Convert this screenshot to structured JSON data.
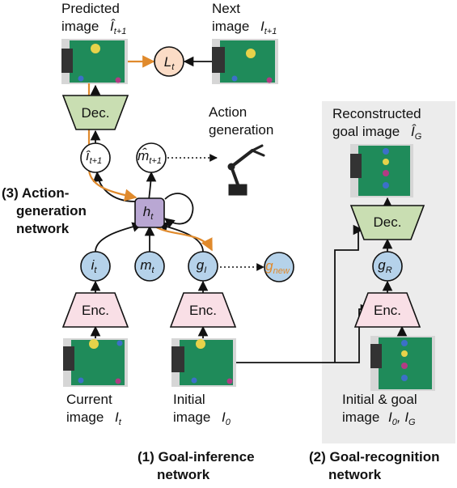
{
  "colors": {
    "node_blue": "#b5d2ea",
    "node_purple": "#b9a7d3",
    "node_peach": "#fbdcc6",
    "enc_pink": "#f9dfe6",
    "dec_green": "#c9deb2",
    "orange": "#e08a2c",
    "panel_gray": "#ececec",
    "board_green": "#1f8b5a"
  },
  "labels": {
    "predicted": [
      "Predicted",
      "image"
    ],
    "next": [
      "Next",
      "image"
    ],
    "action_gen": [
      "Action",
      "generation"
    ],
    "reconstructed": [
      "Reconstructed",
      "goal image"
    ],
    "current": [
      "Current",
      "image"
    ],
    "initial": [
      "Initial",
      "image"
    ],
    "initial_goal": [
      "Initial & goal",
      "image"
    ]
  },
  "math": {
    "I_hat_t1": {
      "base": "Î",
      "sub": "t+1"
    },
    "I_t1": {
      "base": "I",
      "sub": "t+1"
    },
    "I_hat_G": {
      "base": "Î",
      "sub": "G"
    },
    "I_t": {
      "base": "I",
      "sub": "t"
    },
    "I_0": {
      "base": "I",
      "sub": "0"
    },
    "I_0_G": {
      "base": "I",
      "sub": "0",
      "sep": ", ",
      "base2": "I",
      "sub2": "G"
    }
  },
  "nodes": {
    "Lt": {
      "base": "L",
      "sub": "t"
    },
    "i_hat_t1": {
      "base": "î",
      "sub": "t+1"
    },
    "m_hat_t1": {
      "base": "m̂",
      "sub": "t+1"
    },
    "ht": {
      "base": "h",
      "sub": "t"
    },
    "it": {
      "base": "i",
      "sub": "t"
    },
    "mt": {
      "base": "m",
      "sub": "t"
    },
    "gI": {
      "base": "g",
      "sub": "I"
    },
    "gR": {
      "base": "g",
      "sub": "R"
    },
    "gnew": {
      "base": "g",
      "sub": "new"
    }
  },
  "boxes": {
    "dec_left": "Dec.",
    "dec_right": "Dec.",
    "enc_current": "Enc.",
    "enc_initial": "Enc.",
    "enc_right": "Enc."
  },
  "sections": {
    "s3": [
      "(3) Action-",
      "generation",
      "network"
    ],
    "s1": [
      "(1) Goal-inference",
      "network"
    ],
    "s2": [
      "(2) Goal-recognition",
      "network"
    ]
  }
}
